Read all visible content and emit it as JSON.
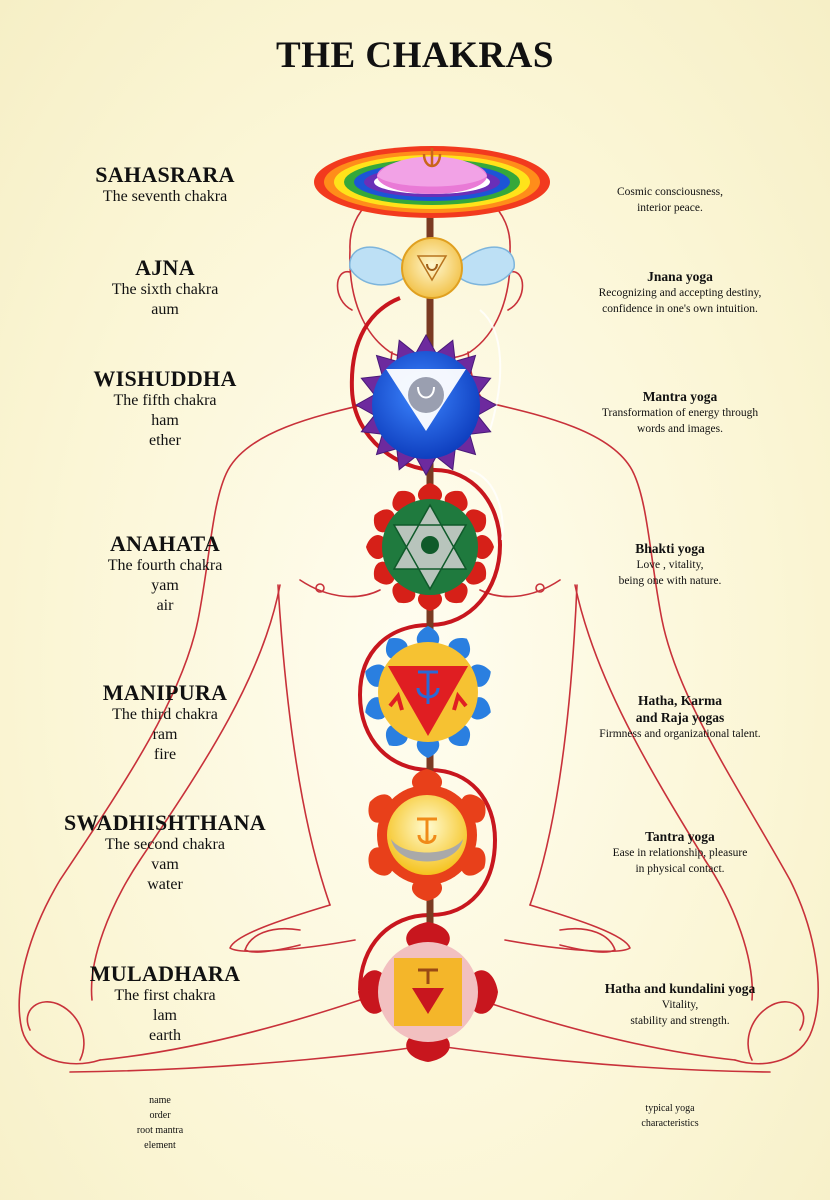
{
  "title": "THE CHAKRAS",
  "chakras": [
    {
      "name": "SAHASRARA",
      "order": "The seventh chakra",
      "mantra": "",
      "element": "",
      "yoga": "",
      "characteristics": [
        "Cosmic consciousness,",
        "interior peace."
      ],
      "color": "#d62a8a"
    },
    {
      "name": "AJNA",
      "order": "The sixth chakra",
      "mantra": "aum",
      "element": "",
      "yoga": "Jnana yoga",
      "characteristics": [
        "Recognizing and accepting destiny,",
        "confidence in one's own intuition."
      ],
      "color": "#8fc6e8"
    },
    {
      "name": "WISHUDDHA",
      "order": "The fifth chakra",
      "mantra": "ham",
      "element": "ether",
      "yoga": "Mantra yoga",
      "characteristics": [
        "Transformation of energy through",
        "words and images."
      ],
      "color": "#1f5ed6"
    },
    {
      "name": "ANAHATA",
      "order": "The fourth chakra",
      "mantra": "yam",
      "element": "air",
      "yoga": "Bhakti yoga",
      "characteristics": [
        "Love , vitality,",
        "being one with nature."
      ],
      "color": "#1f7a3e"
    },
    {
      "name": "MANIPURA",
      "order": "The third chakra",
      "mantra": "ram",
      "element": "fire",
      "yoga": "Hatha, Karma",
      "yoga2": "and Raja yogas",
      "characteristics": [
        "Firmness and organizational talent."
      ],
      "color": "#2a7fe0"
    },
    {
      "name": "SWADHISHTHANA",
      "order": "The second chakra",
      "mantra": "vam",
      "element": "water",
      "yoga": "Tantra yoga",
      "characteristics": [
        "Ease in relationship, pleasure",
        "in physical contact."
      ],
      "color": "#e04a1e"
    },
    {
      "name": "MULADHARA",
      "order": "The first chakra",
      "mantra": "lam",
      "element": "earth",
      "yoga": "Hatha and kundalini yoga",
      "characteristics": [
        "Vitality,",
        "stability and strength."
      ],
      "color": "#c8161e"
    }
  ],
  "legend_left": [
    "name",
    "order",
    "root mantra",
    "element"
  ],
  "legend_right": [
    "typical yoga",
    "characteristics"
  ],
  "colors": {
    "background": "#fbf7d7",
    "body_outline": "#c8313a",
    "spine": "#7a3a22",
    "kundalini": "#c8161e"
  }
}
